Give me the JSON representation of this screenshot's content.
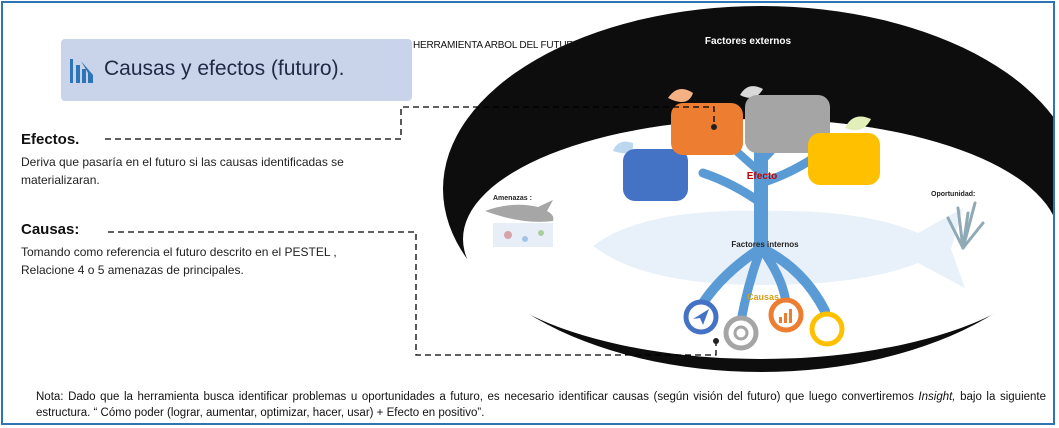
{
  "title_box": {
    "label": "Causas y efectos (futuro)."
  },
  "tool_title": "HERRAMIENTA ARBOL DEL FUTURO",
  "efectos": {
    "heading": "Efectos.",
    "body": "Deriva que pasaría en el futuro si las causas identificadas se materializaran."
  },
  "causas": {
    "heading": "Causas:",
    "body_line1": "Tomando como referencia el futuro descrito en el PESTEL ,",
    "body_line2": "Relacione 4 o 5 amenazas de principales."
  },
  "diagram": {
    "outer_label": "Factores externos",
    "inner_label": "Factores internos",
    "efecto_label": "Efecto",
    "causas_label": "Causas",
    "amenazas_label": "Amenazas :",
    "oportunidad_label": "Oportunidad:"
  },
  "note": {
    "part1": "Nota: Dado que la herramienta busca identificar problemas u oportunidades a futuro, es necesario identificar causas (según visión del futuro) que luego convertiremos ",
    "insight": "Insight,",
    "part2": " bajo la siguiente estructura. “ Cómo poder (lograr, aumentar, optimizar, hacer, usar) + Efecto en positivo”."
  },
  "colors": {
    "frame": "#2e75b6",
    "title_box": "#c9d3ea",
    "ellipse_outer": "#0d0d0d",
    "leaf_blue": "#4472c4",
    "leaf_orange": "#ed7d31",
    "leaf_gray": "#a5a5a5",
    "leaf_yellow": "#ffc000",
    "trunk": "#5b9bd5",
    "efecto_text": "#c00000",
    "causas_text": "#d4a017"
  }
}
